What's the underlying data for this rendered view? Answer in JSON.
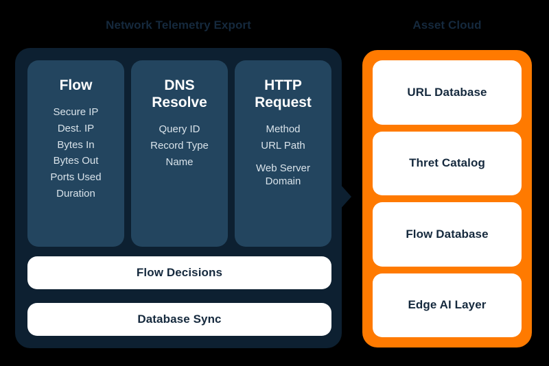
{
  "telemetry": {
    "title": "Network Telemetry Export",
    "columns": [
      {
        "title": "Flow",
        "items": [
          "Secure IP",
          "Dest. IP",
          "Bytes In",
          "Bytes Out",
          "Ports Used",
          "Duration"
        ]
      },
      {
        "title": "DNS Resolve",
        "items": [
          "Query ID",
          "Record Type",
          "Name"
        ]
      },
      {
        "title": "HTTP Request",
        "items": [
          "Method",
          "URL Path",
          "Web Server Domain"
        ]
      }
    ],
    "bars": [
      {
        "label": "Flow Decisions"
      },
      {
        "label": "Database Sync"
      }
    ]
  },
  "asset": {
    "title": "Asset Cloud",
    "cards": [
      {
        "label": "URL Database"
      },
      {
        "label": "Thret Catalog"
      },
      {
        "label": "Flow Database"
      },
      {
        "label": "Edge AI Layer"
      }
    ]
  },
  "colors": {
    "background": "#000000",
    "panel_dark": "#0d2031",
    "card_slate": "#23455f",
    "accent_orange": "#ff7a00",
    "text_navy": "#15293d",
    "text_white": "#ffffff",
    "text_muted": "#d9e3ea"
  },
  "connector": {
    "name": "flow-arrow",
    "direction": "right"
  }
}
